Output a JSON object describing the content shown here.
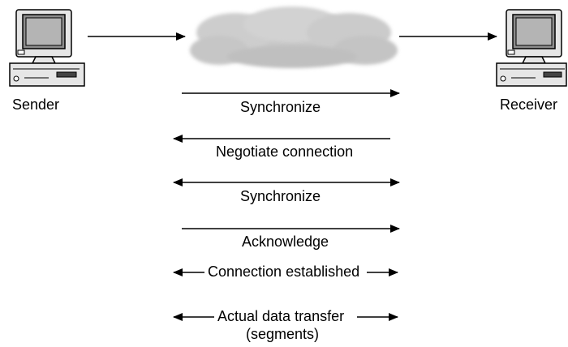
{
  "hosts": {
    "sender": {
      "label": "Sender",
      "icon": "desktop-computer-icon"
    },
    "receiver": {
      "label": "Receiver",
      "icon": "desktop-computer-icon"
    }
  },
  "network": {
    "icon": "network-cloud-icon"
  },
  "steps": [
    {
      "label": "Synchronize",
      "direction": "to-receiver"
    },
    {
      "label": "Negotiate connection",
      "direction": "to-sender"
    },
    {
      "label": "Synchronize",
      "direction": "both"
    },
    {
      "label": "Acknowledge",
      "direction": "to-receiver"
    },
    {
      "label": "Connection established",
      "direction": "both"
    },
    {
      "label": "Actual data transfer",
      "label_line2": "(segments)",
      "direction": "both"
    }
  ],
  "colors": {
    "line": "#000000",
    "cloud": "#c8c8c8",
    "computer_body": "#e6e6e6",
    "screen": "#8c8c8c"
  }
}
